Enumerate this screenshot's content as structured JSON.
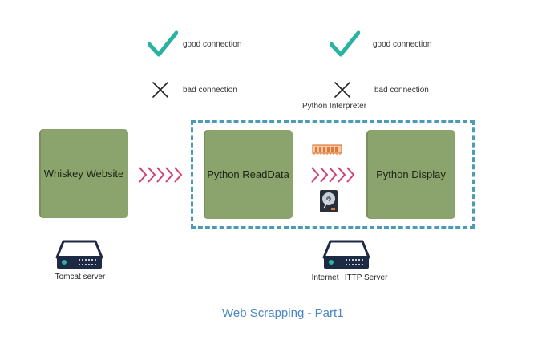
{
  "legend": {
    "good_left": "good connection",
    "bad_left": "bad connection",
    "good_right": "good connection",
    "bad_right": "bad connection"
  },
  "nodes": {
    "whiskey": "Whiskey Website",
    "readdata": "Python ReadData",
    "display": "Python Display"
  },
  "interpreter_label": "Python Interpreter",
  "servers": {
    "tomcat": "Tomcat server",
    "http": "Internet HTTP Server"
  },
  "title": "Web Scrapping - Part1",
  "icons": [
    "checkmark-icon",
    "x-mark-icon",
    "chevron-arrows-icon",
    "memory-chip-icon",
    "hard-drive-icon",
    "server-icon"
  ],
  "colors": {
    "node_fill": "#8ba36c",
    "dashed_border": "#4a9bb5",
    "arrows": "#d0406e",
    "check": "#2ab3a0",
    "title": "#4a86c5",
    "server": "#1d2a44"
  }
}
